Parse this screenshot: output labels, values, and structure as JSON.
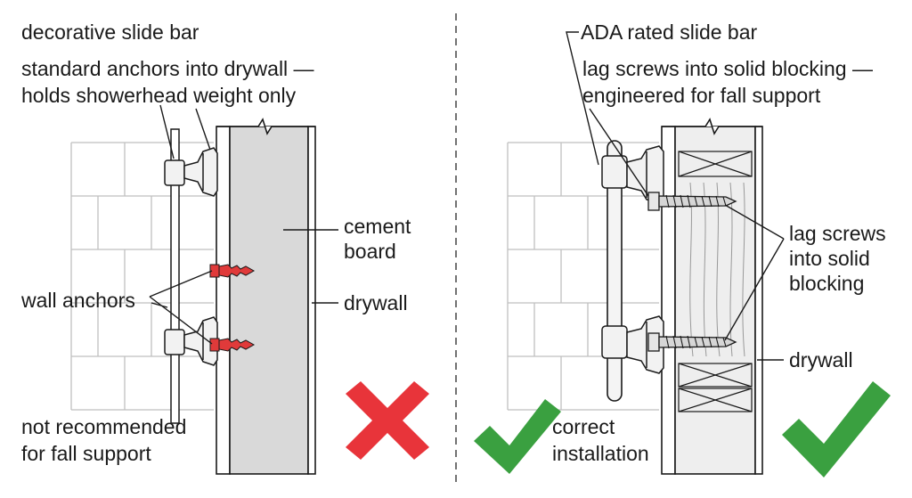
{
  "left_panel": {
    "labels": {
      "decorative_slide_bar": "decorative slide bar",
      "anchors_line1": "standard anchors into drywall —",
      "anchors_line2": "holds showerhead weight only",
      "cement_board_line1": "cement",
      "cement_board_line2": "board",
      "drywall": "drywall",
      "wall_anchors": "wall anchors",
      "not_recommended_line1": "not recommended",
      "not_recommended_line2": "for fall support"
    },
    "verdict_icon": "red-x-icon"
  },
  "right_panel": {
    "labels": {
      "ada_slide_bar": "ADA rated slide bar",
      "lag_line1": "lag screws into solid blocking —",
      "lag_line2": "engineered for fall support",
      "lag_screws_line1": "lag screws",
      "lag_screws_line2": "into solid",
      "lag_screws_line3": "blocking",
      "drywall": "drywall",
      "correct_line1": "correct",
      "correct_line2": "installation"
    },
    "verdict_icon": "green-check-icon"
  },
  "colors": {
    "anchor_red": "#e03a3a",
    "cross_red": "#e8343a",
    "check_green": "#3aa040",
    "board_gray": "#d9d9d9",
    "blocking_wood": "#eeeeee",
    "brick_line": "#bfbfbf"
  }
}
